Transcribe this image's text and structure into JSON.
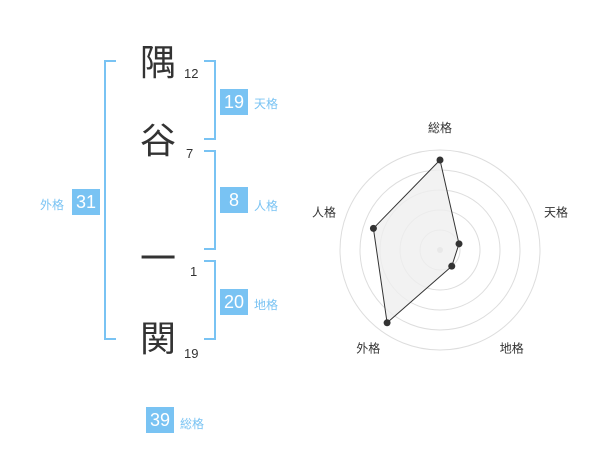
{
  "name_chars": [
    {
      "char": "隅",
      "strokes": "12"
    },
    {
      "char": "谷",
      "strokes": "7"
    },
    {
      "char": "一",
      "strokes": "1"
    },
    {
      "char": "関",
      "strokes": "19"
    }
  ],
  "kaku": {
    "tenkaku": {
      "value": "19",
      "label": "天格"
    },
    "jinkaku": {
      "value": "8",
      "label": "人格"
    },
    "chikaku": {
      "value": "20",
      "label": "地格"
    },
    "gaikaku": {
      "value": "31",
      "label": "外格"
    },
    "soukaku": {
      "value": "39",
      "label": "総格"
    }
  },
  "colors": {
    "accent": "#79c3f3",
    "text": "#333333",
    "radar_fill": "#efefef",
    "grid": "#dddddd"
  },
  "chart_data": {
    "type": "radar",
    "axes": [
      "総格",
      "天格",
      "地格",
      "外格",
      "人格"
    ],
    "values": [
      0.9,
      0.2,
      0.2,
      0.9,
      0.7
    ],
    "rings": 5
  }
}
